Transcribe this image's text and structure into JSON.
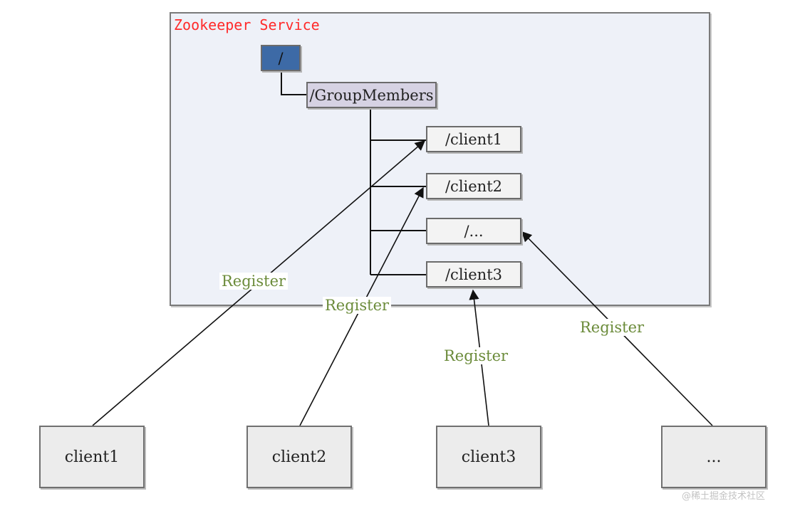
{
  "service": {
    "title": "Zookeeper Service"
  },
  "tree": {
    "root": "/",
    "group": "/GroupMembers",
    "znodes": [
      "/client1",
      "/client2",
      "/...",
      "/client3"
    ]
  },
  "clients": [
    "client1",
    "client2",
    "client3",
    "..."
  ],
  "edge_label": "Register",
  "watermark": "@稀土掘金技术社区"
}
